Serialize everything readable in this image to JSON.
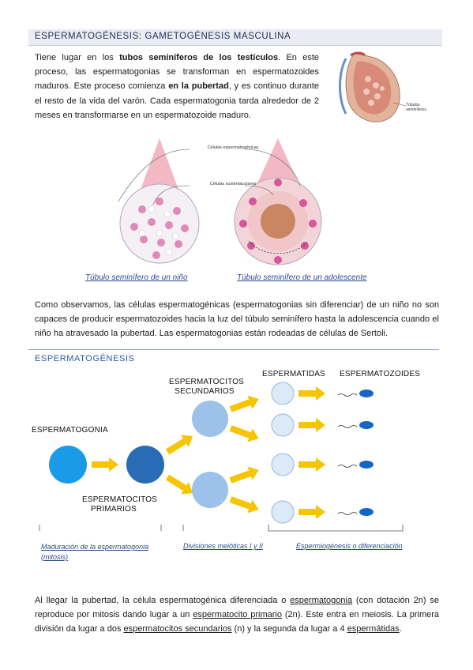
{
  "section1": {
    "title": "ESPERMATOGÉNESIS: GAMETOGÉNESIS MASCULINA",
    "intro": {
      "p1": "Tiene lugar en los ",
      "b1": "tubos seminíferos de los testículos",
      "p2": ". En este proceso, las espermatogonias se transforman en espermatozoides maduros. Este proceso comienza ",
      "b2": "en la pubertad",
      "p3": ", y es continuo durante el resto de la vida del varón. Cada espermatogonia tarda alrededor de 2 meses en transformarse en un espermatozoide maduro."
    },
    "testis_label": "Túbulos seminíferos",
    "tubule_labels": {
      "cells_spermatogenic": "Células espermatogénicas",
      "cells_sustentacular": "Células sustentaculares"
    },
    "caption_child": "Túbulo seminífero de un niño",
    "caption_adolescent": "Túbulo seminífero de un adolescente",
    "observation": "Como observamos, las células espermatogénicas (espermatogonias sin diferenciar) de un niño no son capaces de producir espermatozoides hacia la luz del túbulo seminífero hasta la adolescencia cuando el niño ha atravesado la pubertad. Las espermatogonias están rodeadas de células de Sertoli."
  },
  "section2": {
    "title": "ESPERMATOGÉNESIS",
    "labels": {
      "spermatogonia": "ESPERMATOGONIA",
      "primary": "ESPERMATOCITOS PRIMARIOS",
      "secondary": "ESPERMATOCITOS SECUNDARIOS",
      "spermatids": "ESPERMATIDAS",
      "sperm": "ESPERMATOZOIDES"
    },
    "stages": {
      "maturation": "Maduración de la espermatogonia (mitosis)",
      "meiosis": "Divisiones meióticas I y II",
      "spermiogenesis": "Espermiogénesis o diferenciación"
    },
    "colors": {
      "spermatogonia": "#1a9be8",
      "primary": "#2a6bb5",
      "secondary": "#9cc2ea",
      "spermatid": "#dce9f7",
      "sperm": "#1565c8",
      "arrow": "#f6c400"
    }
  },
  "closing": {
    "t1": "Al llegar la pubertad, la célula espermatogénica diferenciada o ",
    "u1": "espermatogonia",
    "t2": " (con dotación 2n) se reproduce por mitosis dando lugar a un ",
    "u2": "espermatocito primario",
    "t3": " (2n). Este entra en meiosis. La primera división da lugar a dos ",
    "u3": "espermatocitos secundarios",
    "t4": " (n) y la segunda da lugar a 4 ",
    "u4": "espermátidas",
    "t5": "."
  }
}
